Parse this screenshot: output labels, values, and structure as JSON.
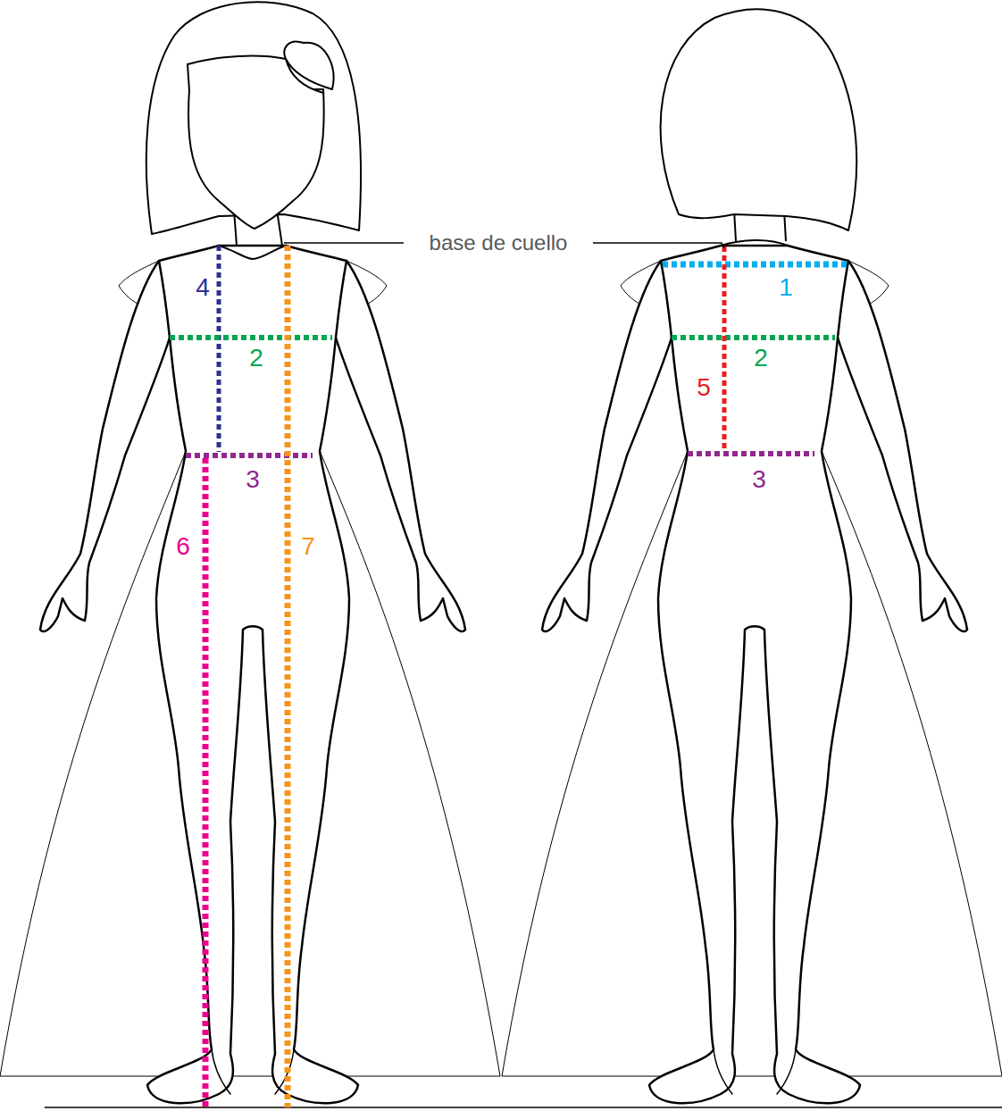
{
  "diagram": {
    "labels": [
      "base de cuello",
      "4",
      "1",
      "2",
      "2",
      "5",
      "3",
      "3",
      "6",
      "7"
    ]
  }
}
